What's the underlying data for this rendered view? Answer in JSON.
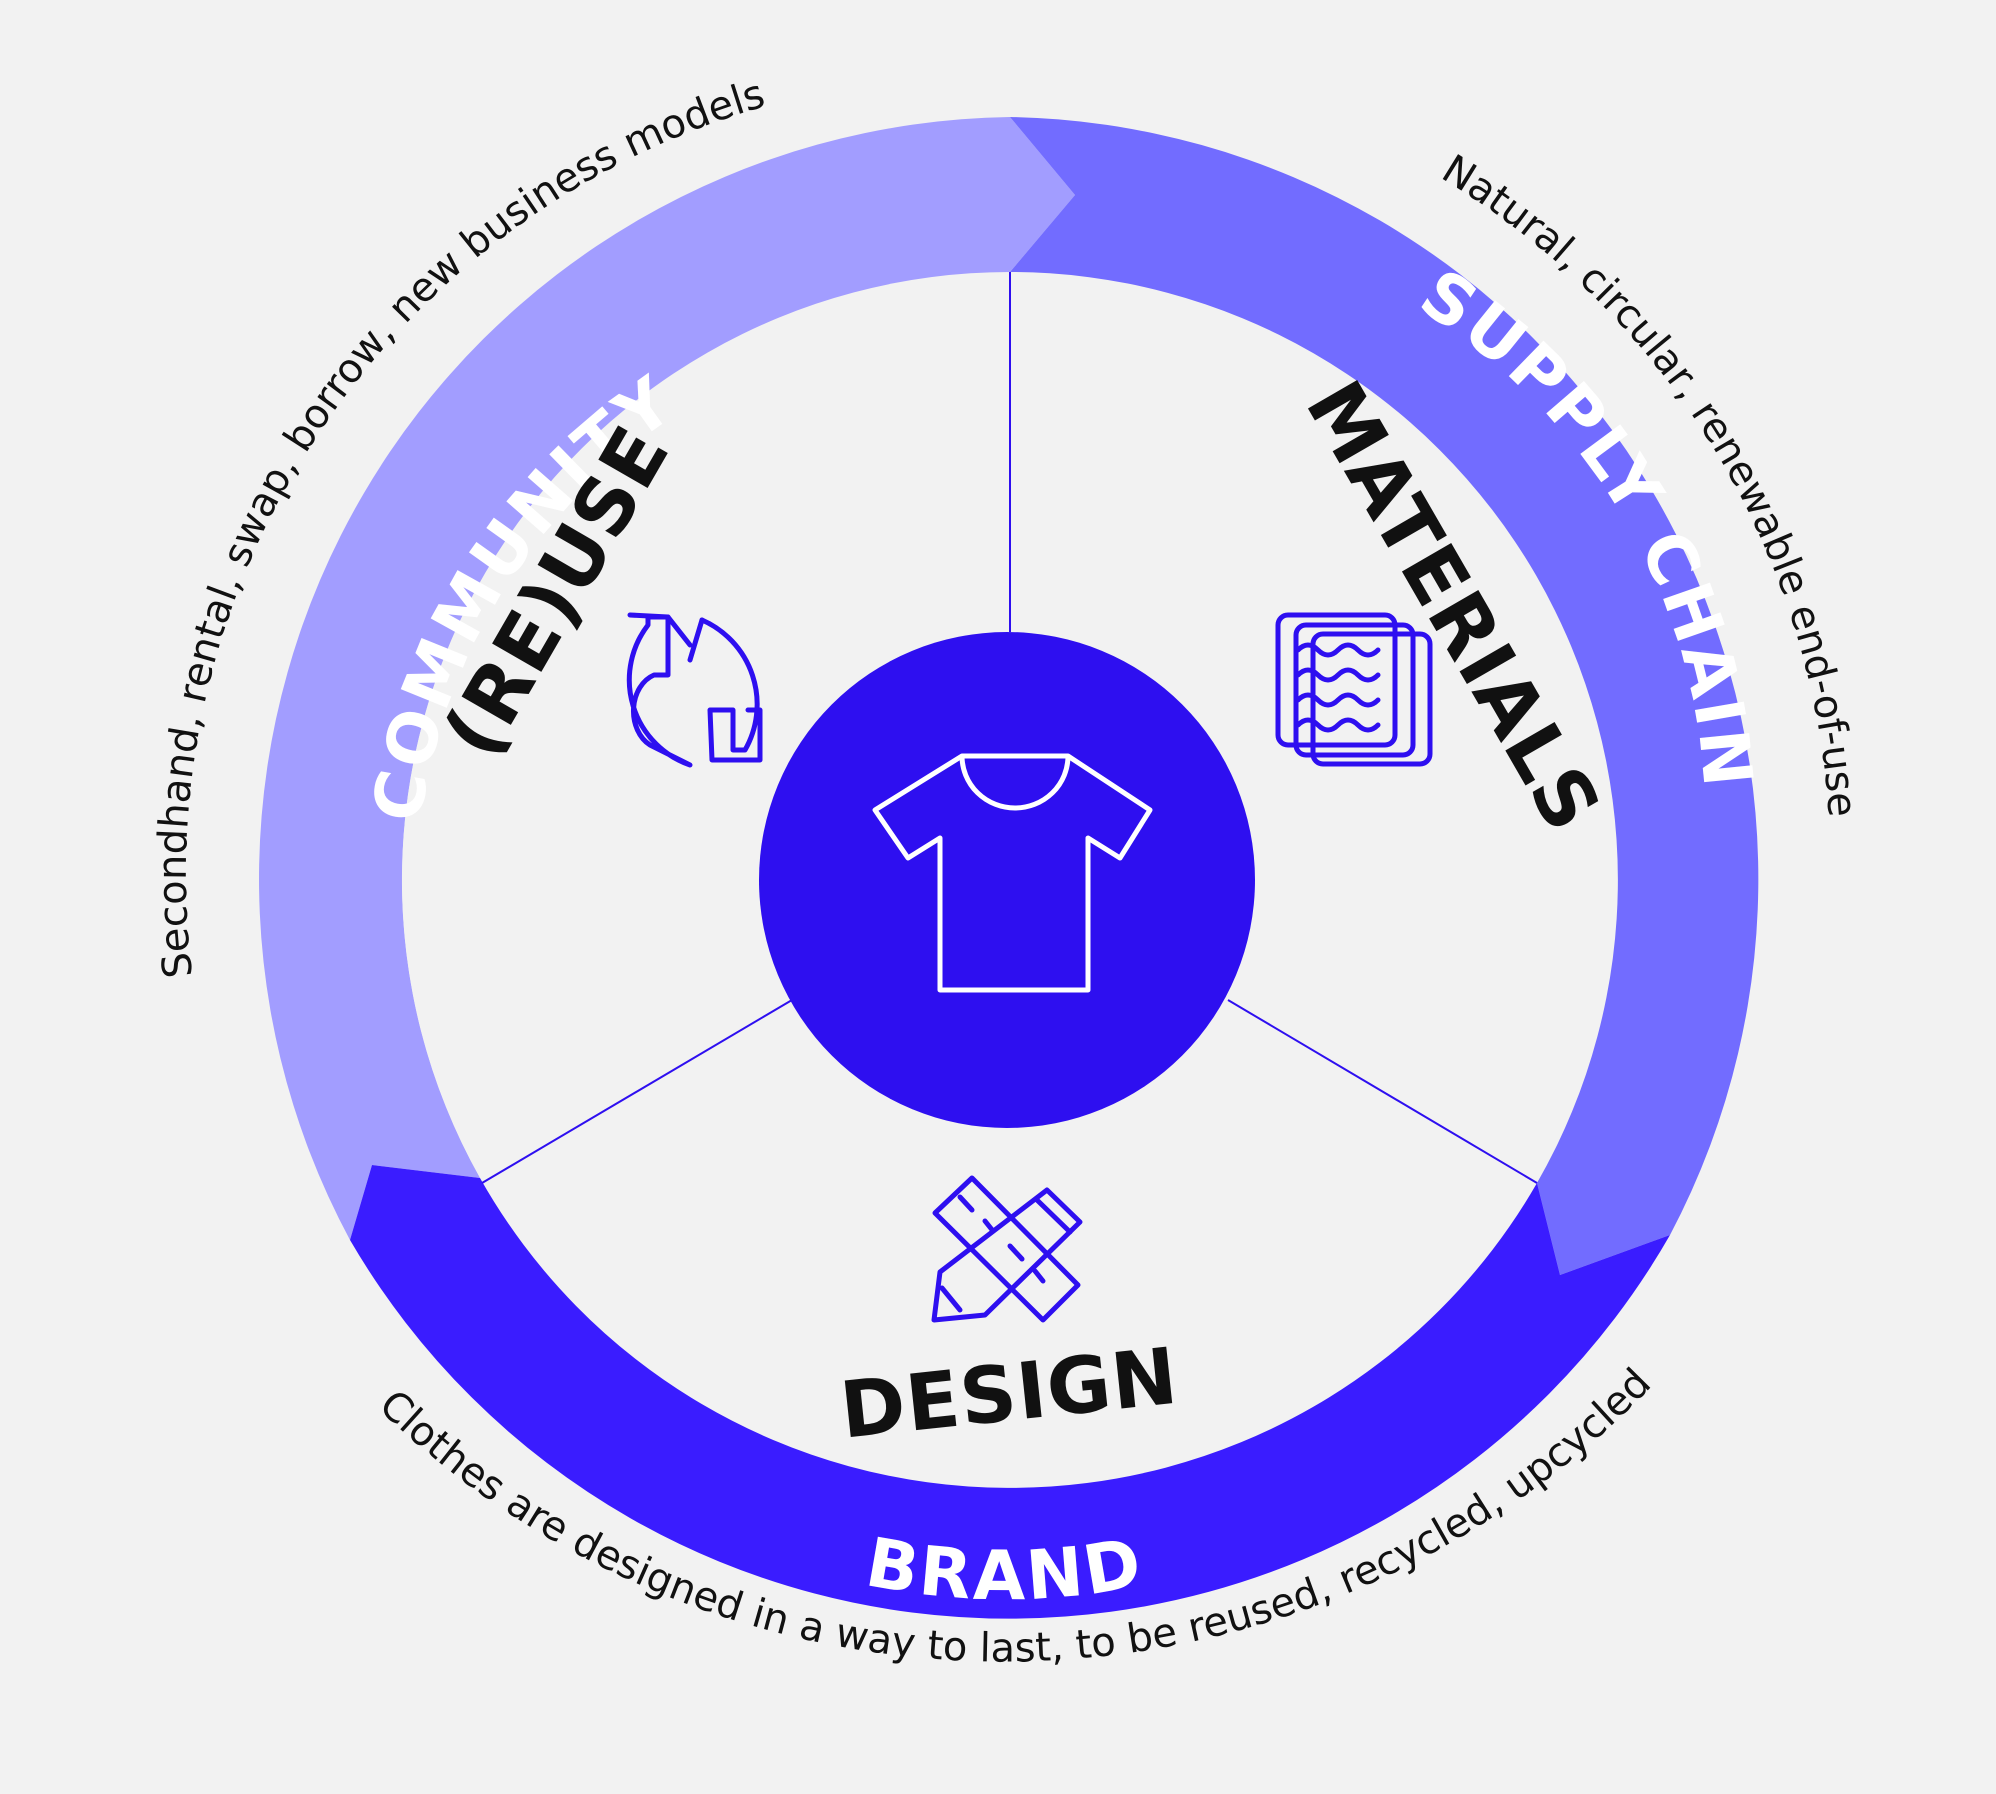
{
  "colors": {
    "background": "#f2f2f2",
    "community": "#a29dff",
    "supply_chain": "#726cff",
    "brand": "#3a1cff",
    "center": "#2e0ff0",
    "ring_text": "#ffffff",
    "label_text": "#111111",
    "icon_stroke": "#2e0ff0",
    "divider": "#2e0ff0"
  },
  "ring": {
    "community": "COMMUNITY",
    "supply_chain": "SUPPLY CHAIN",
    "brand": "BRAND"
  },
  "inner": {
    "reuse": "(RE)USE",
    "materials": "MATERIALS",
    "design": "DESIGN"
  },
  "outer": {
    "community": "Secondhand, rental, swap, borrow, new business models",
    "supply_chain": "Natural, circular, renewable end-of-use",
    "brand": "Clothes are designed in a way to last, to be reused, recycled, upcycled"
  },
  "icons": {
    "center": "tshirt-icon",
    "reuse": "refresh-arrows-icon",
    "materials": "fabric-swatches-icon",
    "design": "pencil-ruler-icon"
  }
}
